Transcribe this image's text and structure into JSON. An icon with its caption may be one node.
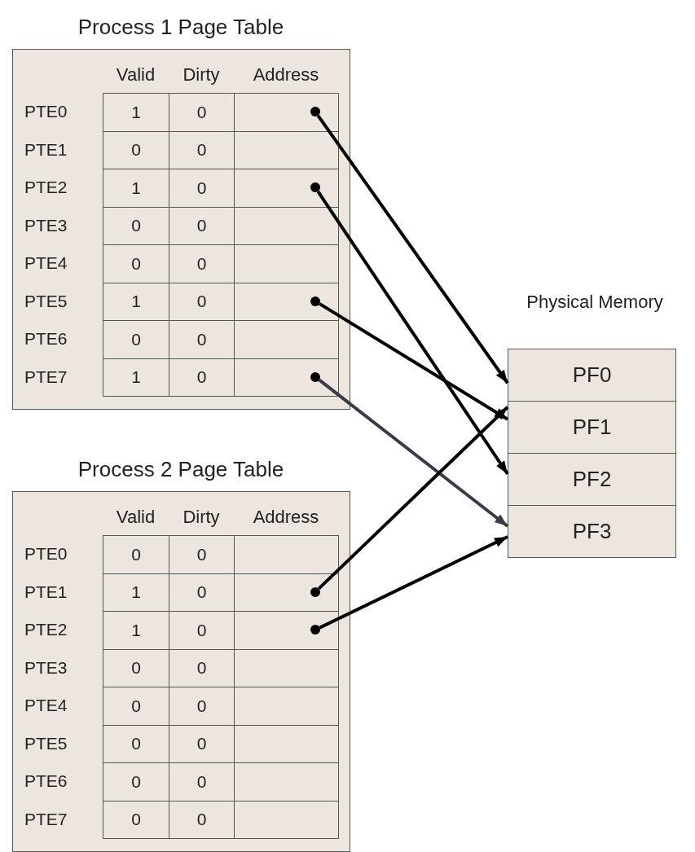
{
  "diagram": {
    "nodes": [
      {
        "text": [
          "Process 1 Page Table"
        ]
      },
      {
        "text": [],
        "shape": "circle",
        "in": 0
      },
      {
        "text": [],
        "shape": "circle",
        "in": 0
      },
      {
        "text": [],
        "shape": "circle",
        "in": 0
      },
      {
        "text": [],
        "shape": "circle",
        "in": 0
      },
      {
        "text": [
          "Physical Memory"
        ]
      },
      {
        "text": [
          "PF0"
        ],
        "in": 5
      },
      {
        "text": [
          "PF1"
        ],
        "in": 5
      },
      {
        "text": [
          "PF2"
        ],
        "in": 5
      },
      {
        "text": [
          "PF3"
        ],
        "in": 5
      },
      {
        "text": [
          "Process 2 Page Table"
        ]
      },
      {
        "text": [],
        "shape": "circle",
        "in": 10
      },
      {
        "text": [],
        "shape": "circle",
        "in": 10
      }
    ],
    "edges": [
      {
        "from": 1,
        "to": 6,
        "arrow": "to"
      },
      {
        "from": 2,
        "to": 8,
        "arrow": "to"
      },
      {
        "from": 3,
        "to": 7,
        "arrow": "to"
      },
      {
        "from": 4,
        "to": 9,
        "arrow": "to",
        "color": "#3a3a48"
      },
      {
        "from": 11,
        "to": 7,
        "arrow": "to"
      },
      {
        "from": 12,
        "to": 9,
        "arrow": "to"
      }
    ],
    "labels": [
      "Valid",
      "Dirty",
      "Address",
      "PTE0",
      "1",
      "0",
      "PTE1",
      "0",
      "0",
      "PTE2",
      "1",
      "0",
      "PTE3",
      "0",
      "0",
      "PTE4",
      "0",
      "0",
      "PTE5",
      "1",
      "0",
      "PTE6",
      "0",
      "0",
      "PTE7",
      "1",
      "0",
      "Valid",
      "Dirty",
      "Address",
      "PTE0",
      "0",
      "0",
      "PTE1",
      "1",
      "0",
      "PTE2",
      "1",
      "0",
      "PTE3",
      "0",
      "0",
      "PTE4",
      "0",
      "0",
      "PTE5",
      "0",
      "0",
      "PTE6",
      "0",
      "0",
      "PTE7",
      "0",
      "0"
    ]
  }
}
